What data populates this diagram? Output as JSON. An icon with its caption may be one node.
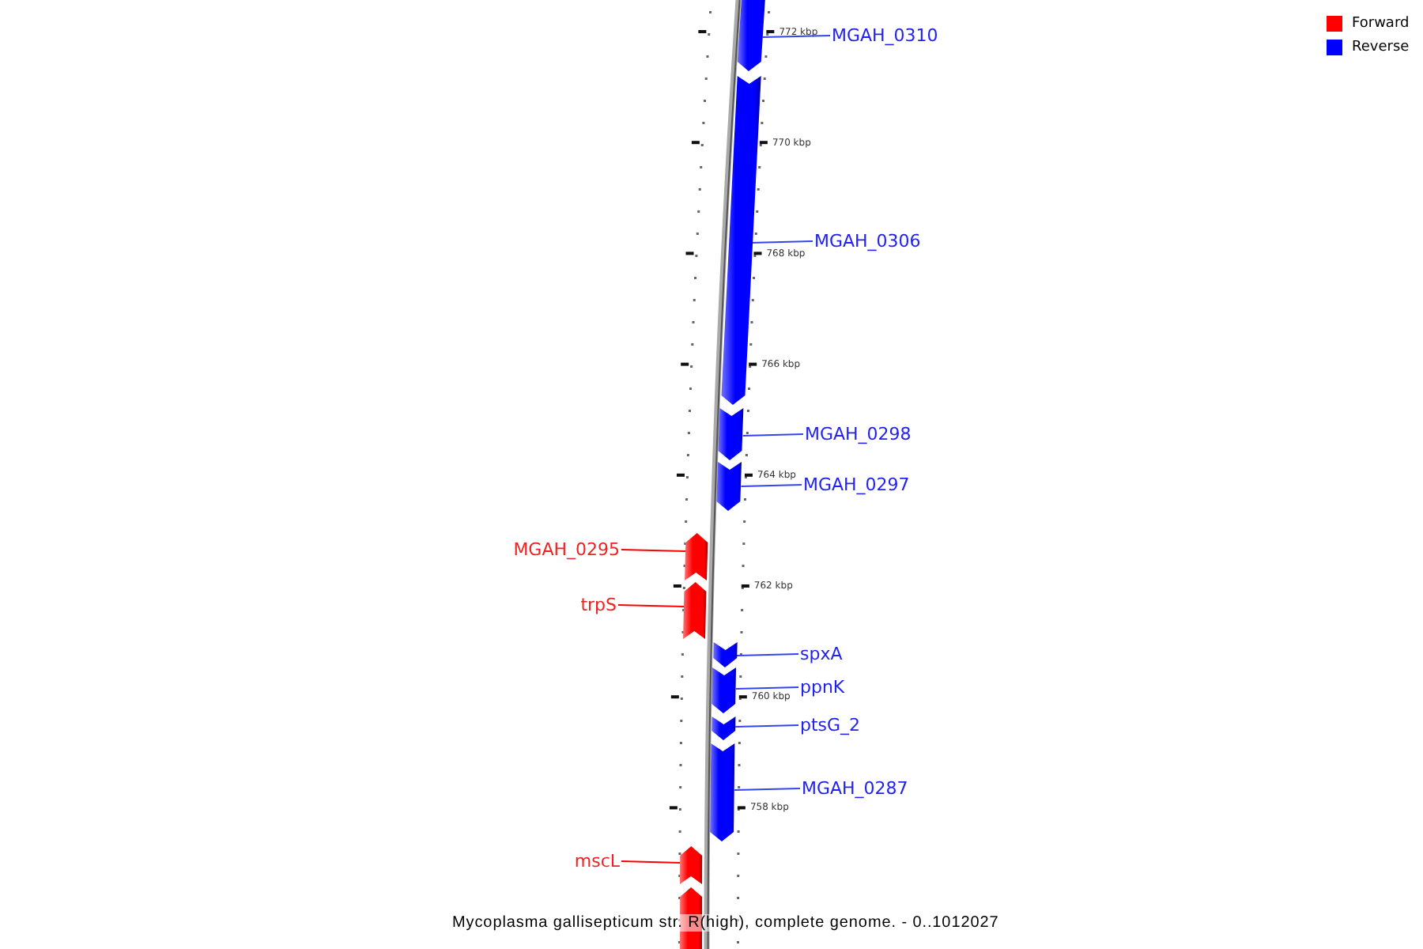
{
  "diagram": {
    "caption": "Mycoplasma gallisepticum str. R(high), complete genome. - 0..1012027",
    "nodes": [
      {
        "text": [
          "MGAH_0310"
        ]
      },
      {
        "text": [],
        "shape": "bar"
      },
      {
        "text": [
          "MGAH_0306"
        ]
      },
      {
        "text": [],
        "shape": "bar"
      },
      {
        "text": [
          "MGAH_0298"
        ]
      },
      {
        "text": [],
        "shape": "bar"
      },
      {
        "text": [
          "MGAH_0297"
        ]
      },
      {
        "text": [],
        "shape": "bar"
      },
      {
        "text": [
          "MGAH_0295"
        ]
      },
      {
        "text": [],
        "shape": "bar"
      },
      {
        "text": [
          "trpS"
        ]
      },
      {
        "text": [],
        "shape": "bar"
      },
      {
        "text": [
          "spxA"
        ]
      },
      {
        "text": [],
        "shape": "bar"
      },
      {
        "text": [
          "ppnK"
        ]
      },
      {
        "text": [],
        "shape": "bar"
      },
      {
        "text": [
          "ptsG_2"
        ]
      },
      {
        "text": [],
        "shape": "bar"
      },
      {
        "text": [
          "MGAH_0287"
        ]
      },
      {
        "text": [],
        "shape": "bar"
      },
      {
        "text": [
          "mscL"
        ]
      },
      {
        "text": [],
        "shape": "bar"
      },
      {
        "text": [],
        "shape": "bar"
      }
    ],
    "edges": [
      {
        "from": 0,
        "to": 1,
        "arrow": "none"
      },
      {
        "from": 2,
        "to": 3,
        "arrow": "none"
      },
      {
        "from": 4,
        "to": 5,
        "arrow": "none"
      },
      {
        "from": 6,
        "to": 7,
        "arrow": "none"
      },
      {
        "from": 8,
        "to": 9,
        "arrow": "none",
        "color": "#ff0000"
      },
      {
        "from": 10,
        "to": 11,
        "arrow": "none",
        "color": "#ff0000"
      },
      {
        "from": 12,
        "to": 13,
        "arrow": "none"
      },
      {
        "from": 14,
        "to": 15,
        "arrow": "none"
      },
      {
        "from": 16,
        "to": 17,
        "arrow": "none"
      },
      {
        "from": 18,
        "to": 19,
        "arrow": "none"
      },
      {
        "from": 20,
        "to": 21,
        "arrow": "none",
        "color": "#ff0000"
      }
    ],
    "labels": [
      "772 kbp",
      "770 kbp",
      "768 kbp",
      "766 kbp",
      "764 kbp",
      "762 kbp",
      "760 kbp",
      "758 kbp"
    ],
    "legend": [
      {
        "text": "Forward",
        "color": "#ff0000"
      },
      {
        "text": "Reverse",
        "color": "#0000ff"
      }
    ]
  }
}
